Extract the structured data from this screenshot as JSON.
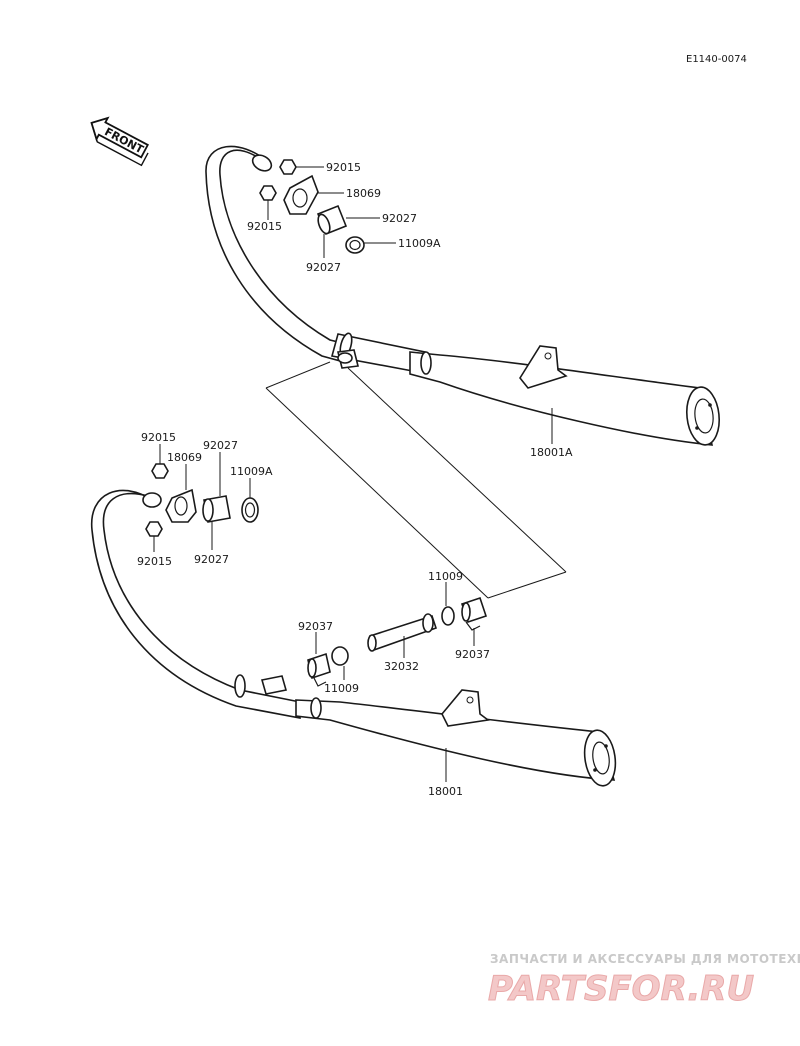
{
  "header": {
    "reference_code": "E1140-0074"
  },
  "front_marker": {
    "label": "FRONT",
    "icon": "front-arrow-icon"
  },
  "parts": {
    "upper_exhaust": {
      "muffler": "18001A",
      "nut_top": "92015",
      "nut_left": "92015",
      "flange": "18069",
      "collar_right": "92027",
      "collar_left": "92027",
      "gasket": "11009A"
    },
    "lower_exhaust": {
      "muffler": "18001",
      "nut_top": "92015",
      "nut_bottom": "92015",
      "flange": "18069",
      "collar_top": "92027",
      "collar_bottom": "92027",
      "gasket": "11009A"
    },
    "balance_pipe": {
      "pipe": "32032",
      "gasket_right": "11009",
      "gasket_left": "11009",
      "clamp_right": "92037",
      "clamp_left": "92037"
    }
  },
  "watermark": {
    "tagline": "ЗАПЧАСТИ И АКСЕССУАРЫ ДЛЯ МОТОТЕХНИКИ",
    "logo": "PARTSFOR.RU"
  }
}
